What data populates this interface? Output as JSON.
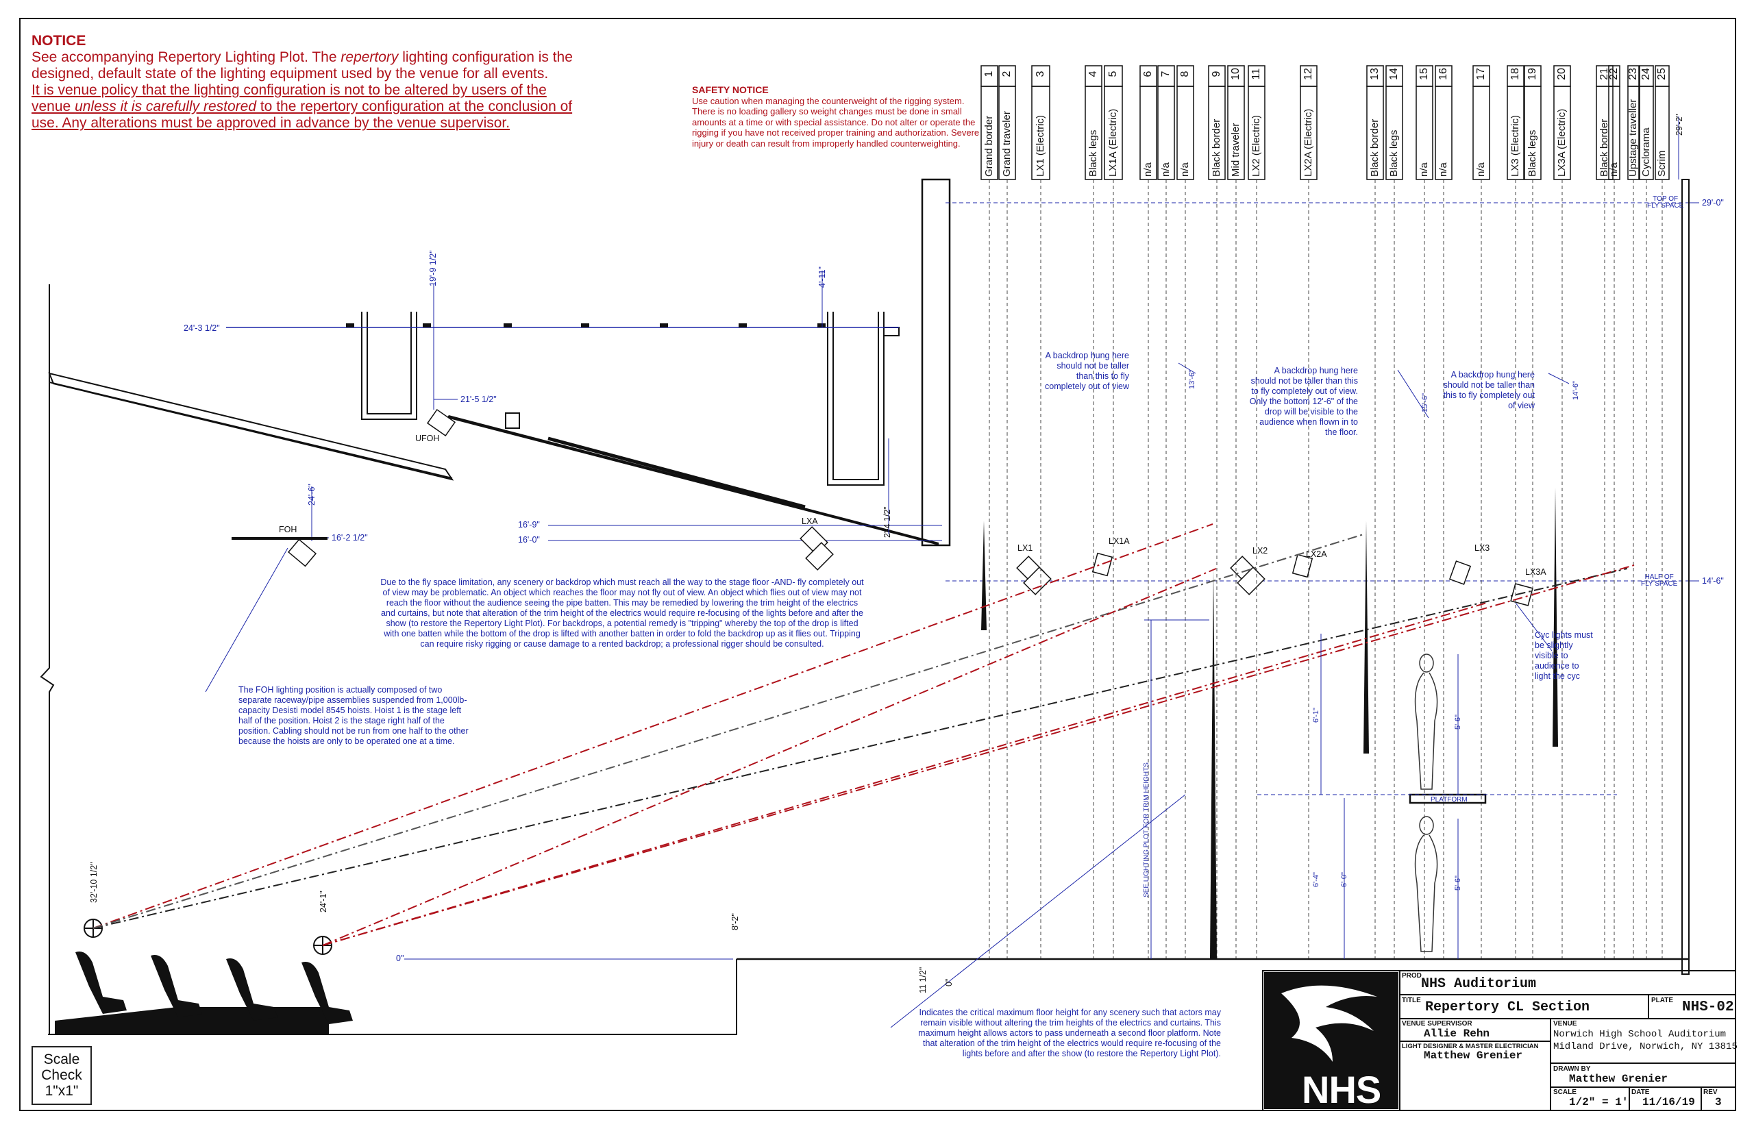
{
  "notice": {
    "heading": "NOTICE",
    "line1a": "See accompanying Repertory Lighting Plot. The ",
    "line1b": "repertory",
    "line1c": " lighting configuration is the",
    "line2": "designed, default state of the lighting equipment used by the venue for all events.",
    "line3": "It is venue policy that the lighting configuration is not to be altered by users of the",
    "line4a": "venue ",
    "line4b": "unless it is carefully restored",
    "line4c": " to the repertory configuration at the conclusion of",
    "line5": "use. Any alterations must be approved in advance by the venue supervisor."
  },
  "safety": {
    "heading": "SAFETY NOTICE",
    "body": "Use caution when managing the counterweight of the rigging system. There is no loading gallery so weight changes must be done in small amounts at a time or with special assistance. Do not alter or operate the rigging if you have not received proper training and authorization. Severe injury or death can result from improperly handled counterweighting."
  },
  "linesets": [
    {
      "num": "1",
      "name": "Grand border"
    },
    {
      "num": "2",
      "name": "Grand traveler"
    },
    {
      "num": "3",
      "name": "LX1 (Electric)"
    },
    {
      "num": "4",
      "name": "Black legs"
    },
    {
      "num": "5",
      "name": "LX1A (Electric)"
    },
    {
      "num": "6",
      "name": "n/a"
    },
    {
      "num": "7",
      "name": "n/a"
    },
    {
      "num": "8",
      "name": "n/a"
    },
    {
      "num": "9",
      "name": "Black border"
    },
    {
      "num": "10",
      "name": "Mid traveler"
    },
    {
      "num": "11",
      "name": "LX2 (Electric)"
    },
    {
      "num": "12",
      "name": "LX2A (Electric)"
    },
    {
      "num": "13",
      "name": "Black border"
    },
    {
      "num": "14",
      "name": "Black legs"
    },
    {
      "num": "15",
      "name": "n/a"
    },
    {
      "num": "16",
      "name": "n/a"
    },
    {
      "num": "17",
      "name": "n/a"
    },
    {
      "num": "18",
      "name": "LX3 (Electric)"
    },
    {
      "num": "19",
      "name": "Black legs"
    },
    {
      "num": "20",
      "name": "LX3A (Electric)"
    },
    {
      "num": "21",
      "name": "Black border"
    },
    {
      "num": "22",
      "name": "n/a"
    },
    {
      "num": "23",
      "name": "Upstage traveller"
    },
    {
      "num": "24",
      "name": "Cyclorama"
    },
    {
      "num": "25",
      "name": "Scrim"
    }
  ],
  "dimensions": {
    "d_24_3": "24'-3 1/2\"",
    "d_19_9": "19'-9 1/2\"",
    "d_4_11": "4'-11\"",
    "d_21_5": "21'-5 1/2\"",
    "d_24_6": "24'-6\"",
    "d_16_2": "16'-2 1/2\"",
    "d_16_9": "16'-9\"",
    "d_16_0": "16'-0\"",
    "d_2_4": "2'-4 1/2\"",
    "d_32_10": "32'-10 1/2\"",
    "d_24_1": "24'-1\"",
    "d_8_2": "8'-2\"",
    "d_0": "0\"",
    "d_11_half": "11 1/2\"",
    "d_0b": "0\"",
    "d_29_2": "29'-2\"",
    "d_29_0": "29'-0\"",
    "d_14_6": "14'-6\"",
    "d_13_6": "13'-6\"",
    "d_15_6": "15'-6\"",
    "d_14_6b": "14'-6\"",
    "d_6_1": "6'-1\"",
    "d_5_6": "5'-6\"",
    "d_6_4": "6'-4\"",
    "d_6_0": "6'-0\"",
    "d_5_6b": "5'-6\""
  },
  "labels": {
    "ufoh": "UFOH",
    "foh": "FOH",
    "lxa": "LXA",
    "lx1": "LX1",
    "lx1a": "LX1A",
    "lx2": "LX2",
    "lx2a": "LX2A",
    "lx3": "LX3",
    "lx3a": "LX3A",
    "top_fly": "TOP OF",
    "top_fly2": "FLY SPACE",
    "half_fly": "HALF OF",
    "half_fly2": "FLY SPACE",
    "platform": "PLATFORM",
    "see_plot": "SEE LIGHTING PLOT FOR TRIM HEIGHTS"
  },
  "notes": {
    "backdrop1": "A backdrop hung here should not be taller than this to fly completely out of view",
    "backdrop2": "A backdrop hung here should not be taller than this to fly completely out of view. Only the bottom 12'-6\" of the drop will be visible to the audience when flown in to the floor.",
    "backdrop3": "A backdrop hung here should not be taller than this to fly completely out of view",
    "flyspace": "Due to the fly space limitation, any scenery or backdrop which must reach all the way to the stage floor -AND- fly completely out of view may be problematic. An object which reaches the floor may not fly out of view. An object which flies out of view may not reach the floor without the audience seeing the pipe batten. This may be remedied by lowering the trim height of the electrics and curtains, but note that alteration of the trim height of the electrics would require re-focusing of the lights before and after the show (to restore the Repertory Light Plot). For backdrops, a potential remedy is \"tripping\" whereby the top of the drop is lifted with one batten while the bottom of the drop is lifted with another batten in order to fold the backdrop up as it flies out. Tripping can require risky rigging or cause damage to a rented backdrop; a professional rigger should be consulted.",
    "foh": "The FOH lighting position is actually composed of two separate raceway/pipe assemblies suspended from 1,000lb-capacity Desisti model 8545 hoists. Hoist 1 is the stage left half of the position. Hoist 2 is the stage right half of the position. Cabling should not be run from one half to the other because the hoists are only to be operated one at a time.",
    "cyc": "Cyc lights must be slightly visible to audience to light the cyc",
    "floor": "Indicates the critical maximum floor height for any scenery such that actors may remain visible without altering the trim heights of the electrics and curtains. This maximum height allows actors to pass underneath a second floor platform. Note that alteration of the trim height of the electrics would require re-focusing of the lights before and after the show (to restore the Repertory Light Plot)."
  },
  "scale_check": [
    "Scale",
    "Check",
    "1\"x1\""
  ],
  "title_block": {
    "logo_text": "NHS",
    "prod_label": "PROD",
    "prod": "NHS Auditorium",
    "title_label": "TITLE",
    "title": "Repertory CL Section",
    "plate_label": "PLATE",
    "plate": "NHS-02",
    "supervisor_label": "VENUE SUPERVISOR",
    "supervisor": "Allie Rehn",
    "designer_label": "LIGHT DESIGNER & MASTER ELECTRICIAN",
    "designer": "Matthew Grenier",
    "venue_label": "VENUE",
    "venue1": "Norwich High School Auditorium",
    "venue2": "Midland Drive, Norwich, NY 13815",
    "drawn_label": "DRAWN BY",
    "drawn": "Matthew Grenier",
    "scale_label": "SCALE",
    "scale": "1/2\" = 1'",
    "date_label": "DATE",
    "date": "11/16/19",
    "rev_label": "REV",
    "rev": "3"
  },
  "colors": {
    "red": "#b0121b",
    "blue": "#1b25a8",
    "ink": "#111111"
  }
}
